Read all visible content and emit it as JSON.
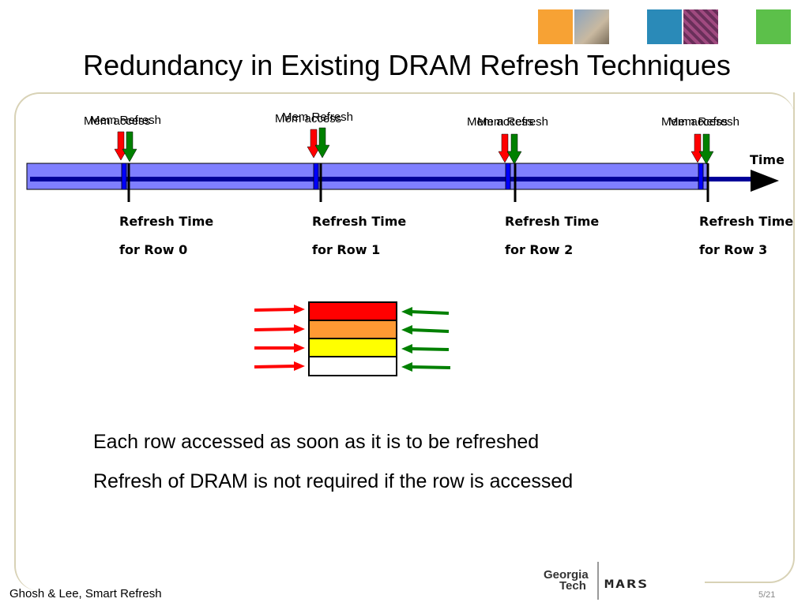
{
  "slide": {
    "title": "Redundancy in Existing DRAM Refresh Techniques",
    "footer": "Ghosh & Lee, Smart Refresh",
    "page_number": "5/21"
  },
  "timeline": {
    "axis_label": "Time",
    "events": [
      {
        "refresh_label": "Mem Refresh",
        "access_label": "Mem access",
        "refresh_time_line1": "Refresh Time",
        "refresh_time_line2": "for Row 0"
      },
      {
        "refresh_label": "Mem Refresh",
        "access_label": "Mem access",
        "refresh_time_line1": "Refresh Time",
        "refresh_time_line2": "for Row 1"
      },
      {
        "refresh_label": "Mem Refresh",
        "access_label": "Mem access",
        "refresh_time_line1": "Refresh Time",
        "refresh_time_line2": "for Row 2"
      },
      {
        "refresh_label": "Mem Refresh",
        "access_label": "Mem access",
        "refresh_time_line1": "Refresh Time",
        "refresh_time_line2": "for Row 3"
      }
    ]
  },
  "rows": [
    {
      "color": "#ff0000"
    },
    {
      "color": "#ff9933"
    },
    {
      "color": "#ffff00"
    },
    {
      "color": "#ffffff"
    }
  ],
  "bullets": [
    "Each row accessed as soon as it is to be refreshed",
    "Refresh of DRAM is not required if the row is accessed"
  ],
  "logo": {
    "line1": "Georgia",
    "line2": "Tech",
    "mark": "MARS"
  },
  "colors": {
    "access_arrow": "#ff0000",
    "refresh_arrow": "#008000",
    "timeline_bar": "#7f7fff",
    "timeline_core": "#000099"
  }
}
